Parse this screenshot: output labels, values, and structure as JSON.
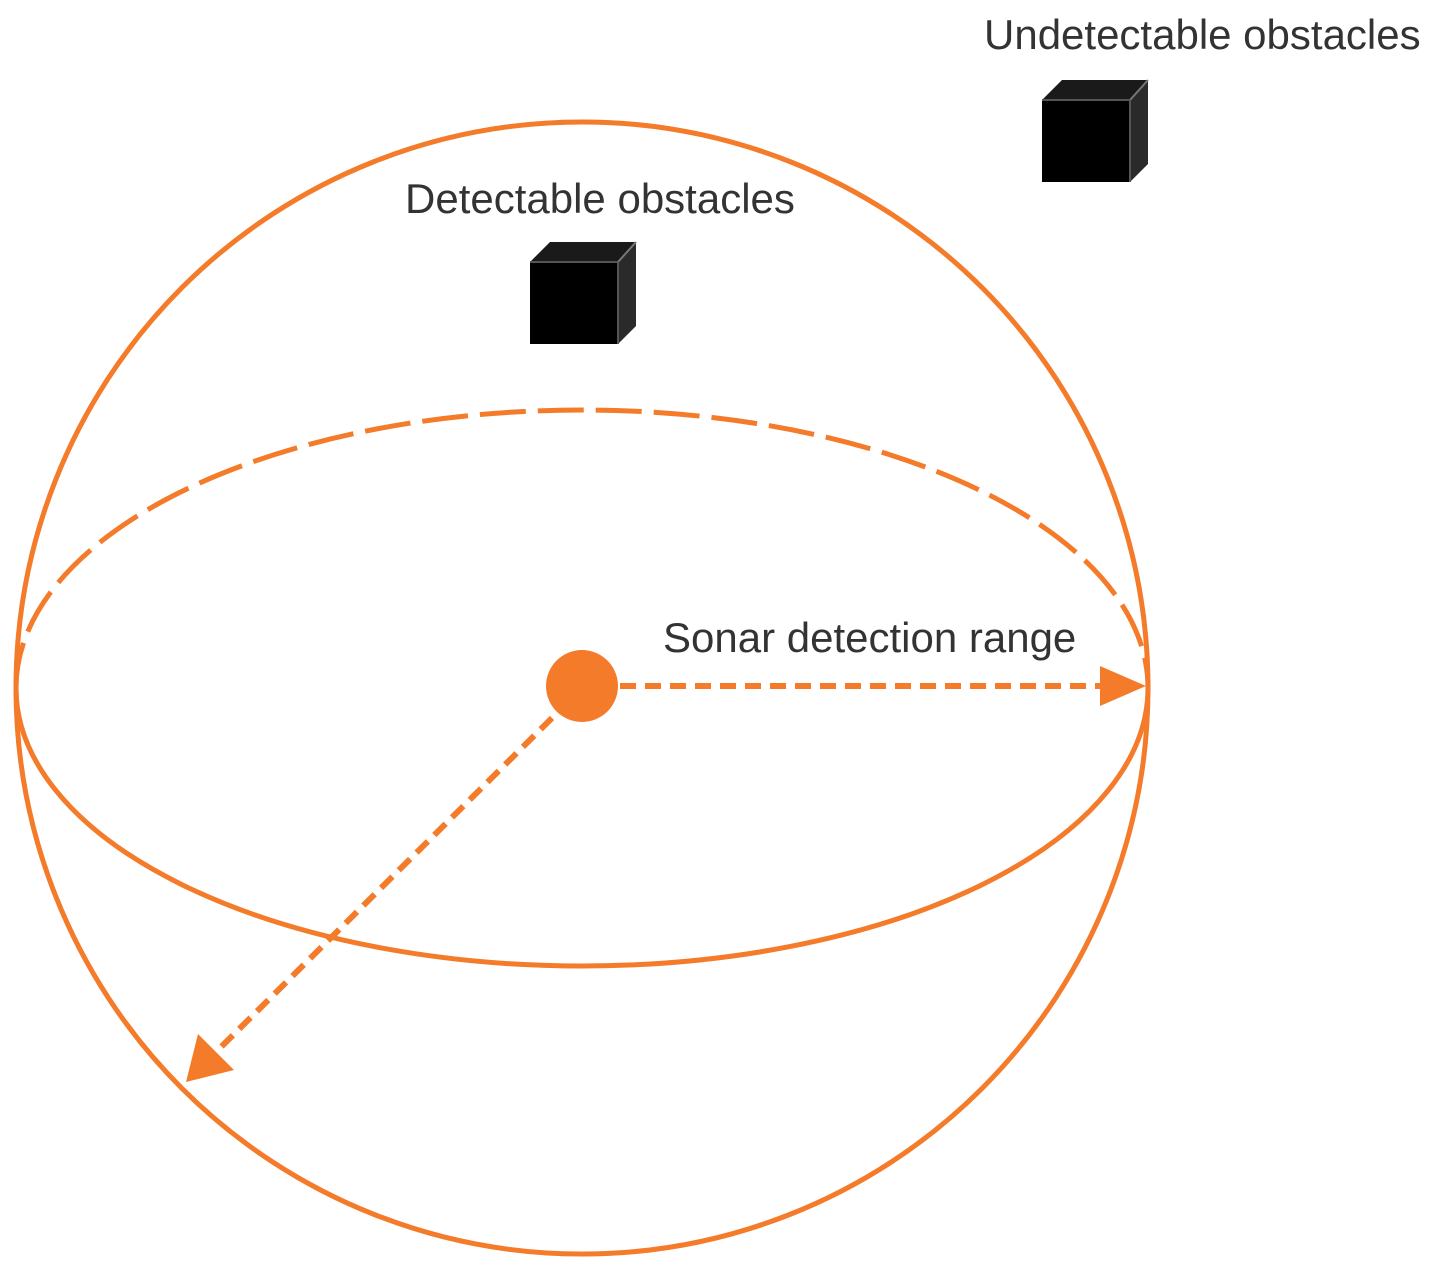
{
  "labels": {
    "undetectable": "Undetectable obstacles",
    "detectable": "Detectable obstacles",
    "range": "Sonar detection range"
  },
  "colors": {
    "sphere": "#F47B2A",
    "obstacle": "#000000",
    "text": "#333333",
    "background": "#FFFFFF"
  },
  "icons": {
    "obstacle": "cube-icon",
    "sonar": "sonar-source-dot"
  }
}
